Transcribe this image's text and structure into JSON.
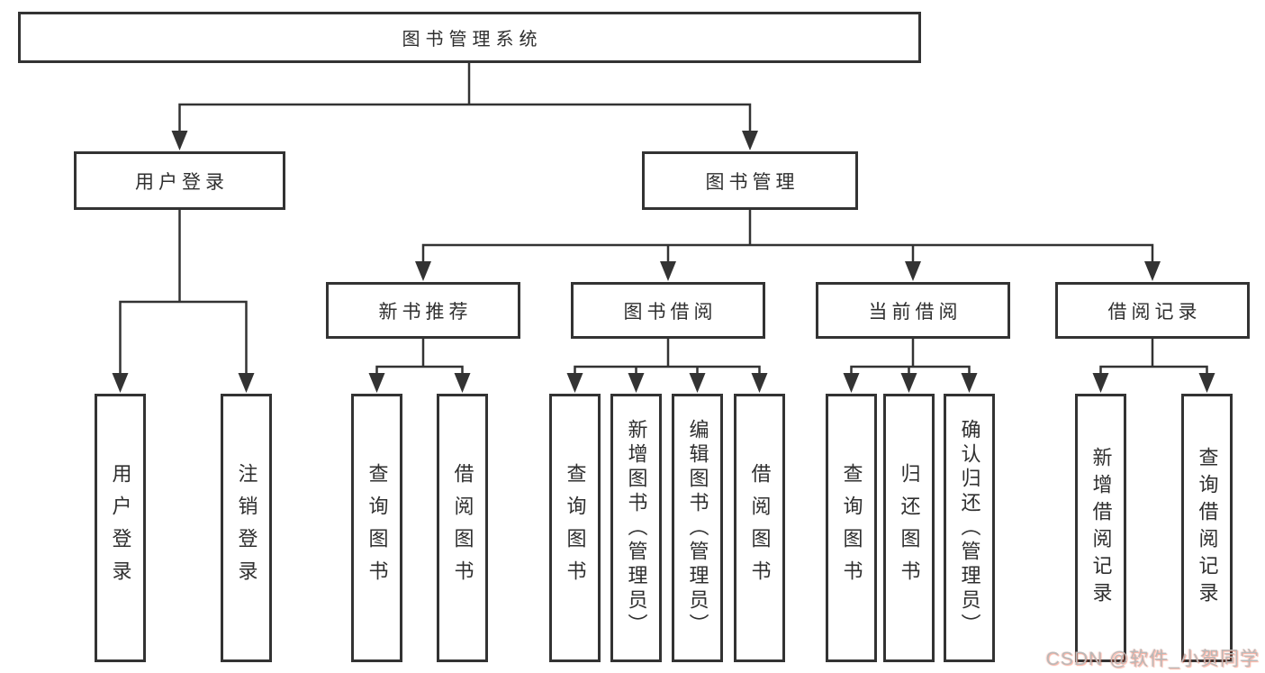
{
  "diagram": {
    "root": {
      "label": "图书管理系统"
    },
    "branches": [
      {
        "label": "用户登录",
        "children": [
          {
            "label": "用户登录"
          },
          {
            "label": "注销登录"
          }
        ]
      },
      {
        "label": "图书管理",
        "children": [
          {
            "label": "新书推荐",
            "children": [
              {
                "label": "查询图书"
              },
              {
                "label": "借阅图书"
              }
            ]
          },
          {
            "label": "图书借阅",
            "children": [
              {
                "label": "查询图书"
              },
              {
                "label": "新增图书（管理员）"
              },
              {
                "label": "编辑图书（管理员）"
              },
              {
                "label": "借阅图书"
              }
            ]
          },
          {
            "label": "当前借阅",
            "children": [
              {
                "label": "查询图书"
              },
              {
                "label": "归还图书"
              },
              {
                "label": "确认归还（管理员）"
              }
            ]
          },
          {
            "label": "借阅记录",
            "children": [
              {
                "label": "新增借阅记录"
              },
              {
                "label": "查询借阅记录"
              }
            ]
          }
        ]
      }
    ]
  },
  "watermark": {
    "text": "CSDN @软件_小贺同学"
  },
  "colors": {
    "line": "#333333",
    "box_border": "#333333",
    "text": "#2f2f2f",
    "background": "#ffffff",
    "watermark_text": "#b9b9b9",
    "watermark_accent": "#fc5531"
  }
}
